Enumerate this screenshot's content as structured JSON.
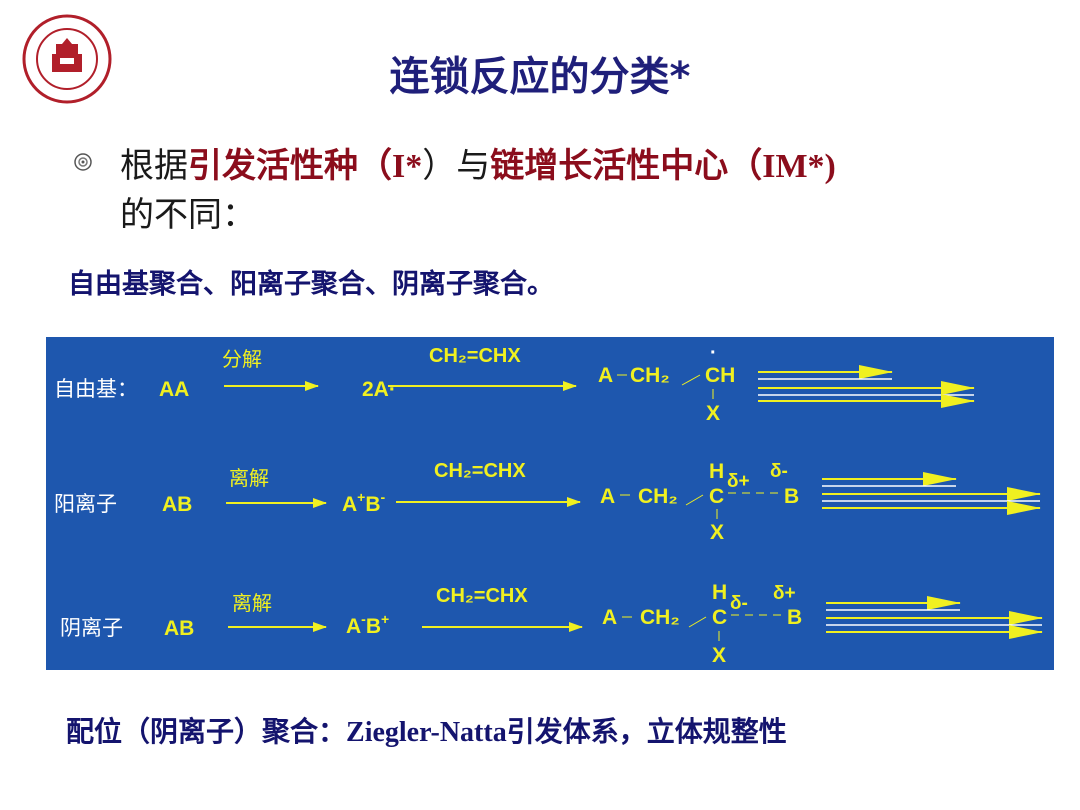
{
  "slide": {
    "title": "连锁反应的分类*",
    "bullet": {
      "p1": "根据",
      "p2": "引发活性种",
      "p3": "（",
      "p4": "I*",
      "p5": "）与",
      "p6": "链增长活性中心",
      "p7": "（",
      "p8": "IM*)",
      "p9": "的不同："
    },
    "subline": "自由基聚合、阳离子聚合、阴离子聚合。",
    "bottom": {
      "p1": "配位（阴离子）聚合：",
      "p2": "Ziegler-Natta",
      "p3": "引发体系，立体规整性"
    }
  },
  "diagram": {
    "colors": {
      "panel": "#1e57ae",
      "yellow": "#f0f020",
      "white": "#ffffff",
      "title": "#1f1f7a",
      "highlight": "#8b0d1c"
    },
    "rows": [
      {
        "label": "自由基：",
        "initiator": "AA",
        "process": "分解",
        "active": "2A·",
        "monomer": "CH₂=CHX",
        "prod_a": "A",
        "prod_ch2": "CH₂",
        "dot": "·",
        "prod_c": "CH",
        "sub_x": "X"
      },
      {
        "label": "阳离子",
        "initiator": "AB",
        "process": "离解",
        "active_a": "A",
        "active_a_sup": "+",
        "active_b": "B",
        "active_b_sup": "-",
        "monomer": "CH₂=CHX",
        "prod_a": "A",
        "prod_ch2": "CH₂",
        "prod_h": "H",
        "prod_c": "C",
        "delta_c": "δ+",
        "delta_b": "δ-",
        "prod_b": "B",
        "sub_x": "X"
      },
      {
        "label": "阴离子",
        "initiator": "AB",
        "process": "离解",
        "active_a": "A",
        "active_a_sup": "-",
        "active_b": "B",
        "active_b_sup": "+",
        "monomer": "CH₂=CHX",
        "prod_a": "A",
        "prod_ch2": "CH₂",
        "prod_h": "H",
        "prod_c": "C",
        "delta_c": "δ-",
        "delta_b": "δ+",
        "prod_b": "B",
        "sub_x": "X"
      }
    ]
  },
  "icons": {
    "logo": "university-seal-icon",
    "bullet": "flower-bullet-icon"
  }
}
